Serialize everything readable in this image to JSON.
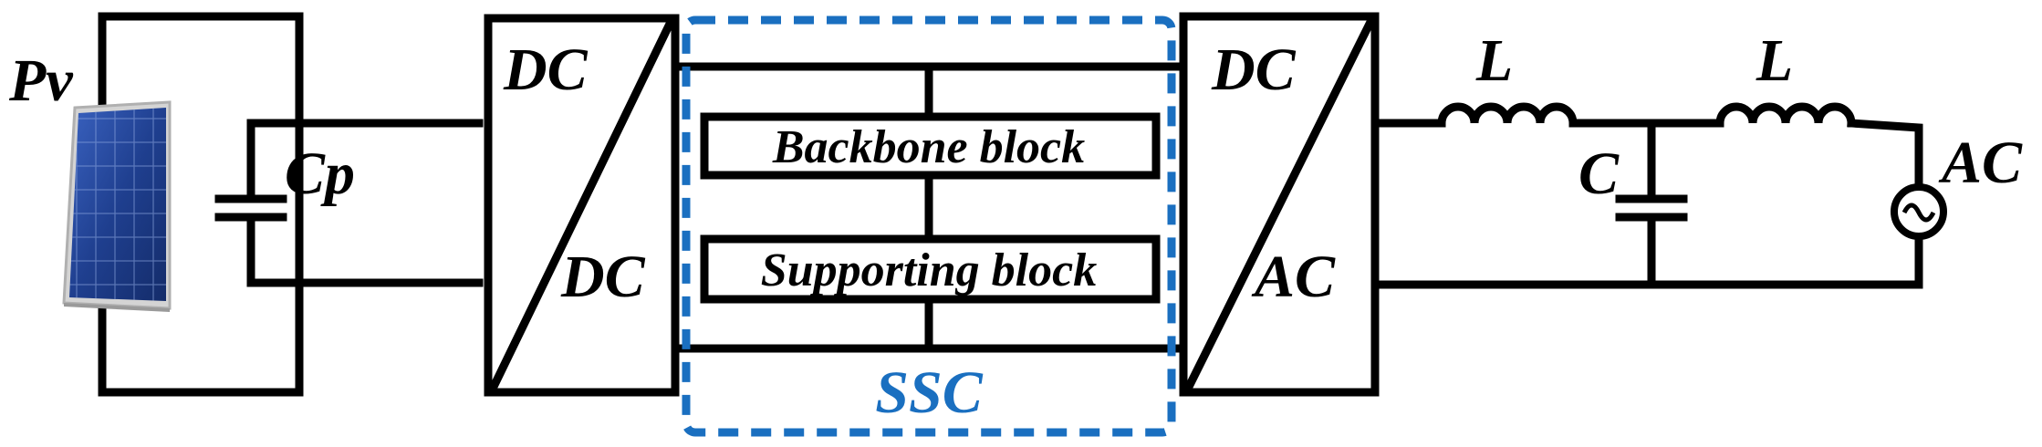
{
  "labels": {
    "pv": "Pv",
    "cp": "Cp",
    "dcdc_top": "DC",
    "dcdc_bottom": "DC",
    "backbone": "Backbone block",
    "supporting": "Supporting block",
    "ssc": "SSC",
    "dcac_top": "DC",
    "dcac_bottom": "AC",
    "inductor_1": "L",
    "inductor_2": "L",
    "filter_cap": "C",
    "ac_source": "AC"
  },
  "colors": {
    "wire": "#000000",
    "ssc_frame": "#1a6fc0",
    "pv_panel": "#1f3f8f",
    "pv_frame": "#c8c8c8"
  },
  "icons": {
    "pv": "solar-panel-icon",
    "ac_source": "ac-source-icon"
  }
}
